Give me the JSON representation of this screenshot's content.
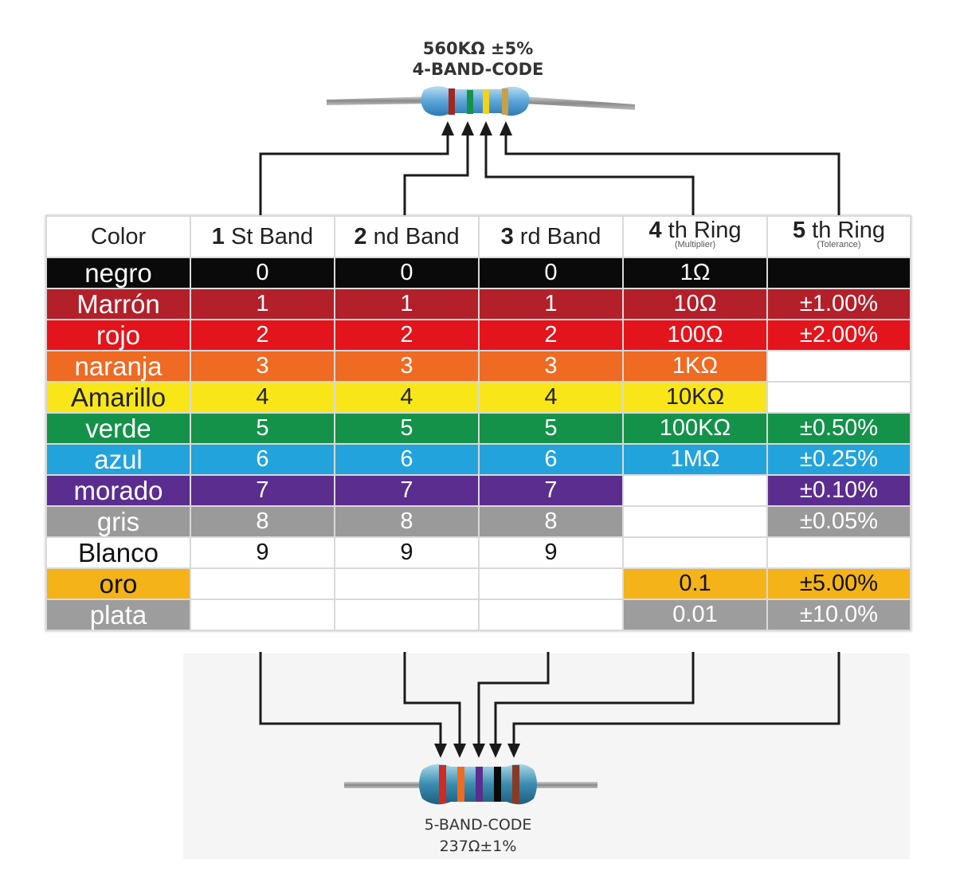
{
  "top_resistor": {
    "value": "560KΩ ±5%",
    "code": "4-BAND-CODE"
  },
  "bottom_resistor": {
    "code": "5-BAND-CODE",
    "value": "237Ω±1%"
  },
  "headers": {
    "color": "Color",
    "band1_num": "1",
    "band1_txt": " St Band",
    "band2_num": "2",
    "band2_txt": " nd Band",
    "band3_num": "3",
    "band3_txt": " rd Band",
    "ring4_num": "4",
    "ring4_txt": " th Ring",
    "ring4_sub": "(Multiplier)",
    "ring5_num": "5",
    "ring5_txt": " th Ring",
    "ring5_sub": "(Tolerance)"
  },
  "rows": [
    {
      "name": "negro",
      "b1": "0",
      "b2": "0",
      "b3": "0",
      "mult": "1Ω",
      "tol": "",
      "color": "#0a0a0a",
      "text": "#ffffff",
      "mult_bg": "#0a0a0a",
      "tol_bg": "#0a0a0a"
    },
    {
      "name": "Marrón",
      "b1": "1",
      "b2": "1",
      "b3": "1",
      "mult": "10Ω",
      "tol": "±1.00%",
      "color": "#b3202a",
      "text": "#ffffff",
      "mult_bg": "#b3202a",
      "tol_bg": "#b3202a"
    },
    {
      "name": "rojo",
      "b1": "2",
      "b2": "2",
      "b3": "2",
      "mult": "100Ω",
      "tol": "±2.00%",
      "color": "#e3141b",
      "text": "#ffffff",
      "mult_bg": "#e3141b",
      "tol_bg": "#e3141b"
    },
    {
      "name": "naranja",
      "b1": "3",
      "b2": "3",
      "b3": "3",
      "mult": "1KΩ",
      "tol": "",
      "color": "#ef6a22",
      "text": "#ffffff",
      "mult_bg": "#ef6a22",
      "tol_bg": "#ffffff"
    },
    {
      "name": "Amarillo",
      "b1": "4",
      "b2": "4",
      "b3": "4",
      "mult": "10KΩ",
      "tol": "",
      "color": "#f8e619",
      "text": "#222222",
      "mult_bg": "#f8e619",
      "tol_bg": "#ffffff"
    },
    {
      "name": "verde",
      "b1": "5",
      "b2": "5",
      "b3": "5",
      "mult": "100KΩ",
      "tol": "±0.50%",
      "color": "#14924a",
      "text": "#ffffff",
      "mult_bg": "#14924a",
      "tol_bg": "#14924a"
    },
    {
      "name": "azul",
      "b1": "6",
      "b2": "6",
      "b3": "6",
      "mult": "1MΩ",
      "tol": "±0.25%",
      "color": "#23a3dc",
      "text": "#ffffff",
      "mult_bg": "#23a3dc",
      "tol_bg": "#23a3dc"
    },
    {
      "name": "morado",
      "b1": "7",
      "b2": "7",
      "b3": "7",
      "mult": "",
      "tol": "±0.10%",
      "color": "#5b2d8f",
      "text": "#ffffff",
      "mult_bg": "#ffffff",
      "tol_bg": "#5b2d8f"
    },
    {
      "name": "gris",
      "b1": "8",
      "b2": "8",
      "b3": "8",
      "mult": "",
      "tol": "±0.05%",
      "color": "#9a9a9a",
      "text": "#ffffff",
      "mult_bg": "#ffffff",
      "tol_bg": "#9a9a9a"
    },
    {
      "name": "Blanco",
      "b1": "9",
      "b2": "9",
      "b3": "9",
      "mult": "",
      "tol": "",
      "color": "#ffffff",
      "text": "#111111",
      "mult_bg": "#ffffff",
      "tol_bg": "#ffffff"
    },
    {
      "name": "oro",
      "b1": "",
      "b2": "",
      "b3": "",
      "mult": "0.1",
      "tol": "±5.00%",
      "color": "#f3b319",
      "text": "#111111",
      "mult_bg": "#f3b319",
      "tol_bg": "#f3b319"
    },
    {
      "name": "plata",
      "b1": "",
      "b2": "",
      "b3": "",
      "mult": "0.01",
      "tol": "±10.0%",
      "color": "#9d9d9d",
      "text": "#ffffff",
      "mult_bg": "#9d9d9d",
      "tol_bg": "#9d9d9d"
    }
  ]
}
